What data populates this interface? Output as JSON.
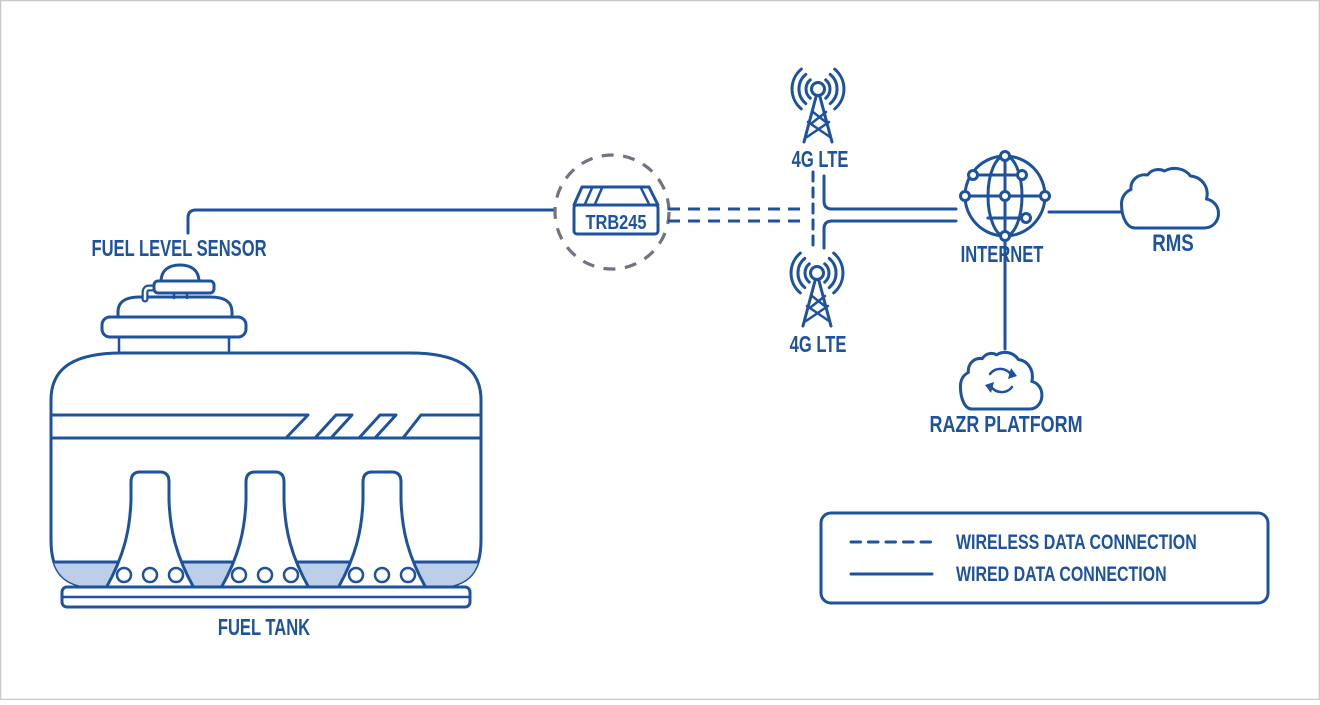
{
  "diagram": {
    "title_semantics": "Fuel tank remote monitoring topology",
    "labels": {
      "fuel_level_sensor": "FUEL LEVEL SENSOR",
      "fuel_tank": "FUEL TANK",
      "device": "TRB245",
      "lte_top": "4G LTE",
      "lte_bottom": "4G LTE",
      "internet": "INTERNET",
      "rms": "RMS",
      "razr_platform": "RAZR PLATFORM"
    },
    "legend": {
      "wireless": "WIRELESS DATA CONNECTION",
      "wired": "WIRED DATA CONNECTION"
    },
    "colors": {
      "primary_blue": "#1d529f",
      "light_blue_fill": "#bdcfe8",
      "highlight_circle_gray": "#6f7480",
      "canvas_border": "#c9c9c9",
      "background": "#ffffff"
    }
  }
}
